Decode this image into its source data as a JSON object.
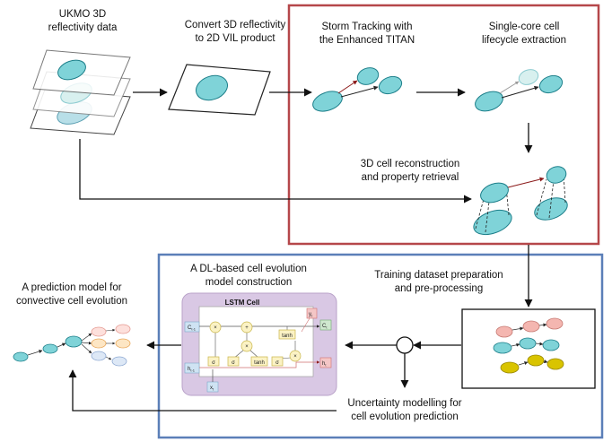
{
  "labels": {
    "ukmo_line1": "UKMO 3D",
    "ukmo_line2": "reflectivity data",
    "convert_line1": "Convert 3D reflectivity",
    "convert_line2": "to 2D VIL product",
    "storm_line1": "Storm Tracking with",
    "storm_line2": "the Enhanced TITAN",
    "single_line1": "Single-core cell",
    "single_line2": "lifecycle extraction",
    "recon_line1": "3D cell reconstruction",
    "recon_line2": "and property retrieval",
    "dl_line1": "A DL-based cell evolution",
    "dl_line2": "model construction",
    "train_line1": "Training dataset preparation",
    "train_line2": "and pre-processing",
    "pred_line1": "A prediction model for",
    "pred_line2": "convective cell evolution",
    "unc_line1": "Uncertainty modelling for",
    "unc_line2": "cell evolution prediction"
  },
  "lstm": {
    "title": "LSTM Cell",
    "c_prev": "C",
    "c_prev_sub": "t-1",
    "h_prev": "h",
    "h_prev_sub": "t-1",
    "c_out": "C",
    "c_out_sub": "t",
    "h_out": "h",
    "h_out_sub": "t",
    "y_out": "y",
    "y_out_sub": "t",
    "x_in": "x",
    "x_in_sub": "t",
    "mult": "×",
    "plus": "+",
    "sigma": "σ",
    "tanh": "tanh"
  },
  "colors": {
    "cell_teal": "#7fd3d8",
    "cell_stroke": "#1d7f8a",
    "red_box": "#b5474a",
    "blue_box": "#5b7fb8",
    "lstm_bg": "#d9c8e4",
    "pink": "#f4b6b0",
    "orange": "#f7c98e",
    "lightblue": "#b8cdea",
    "yellow": "#d9c400"
  }
}
